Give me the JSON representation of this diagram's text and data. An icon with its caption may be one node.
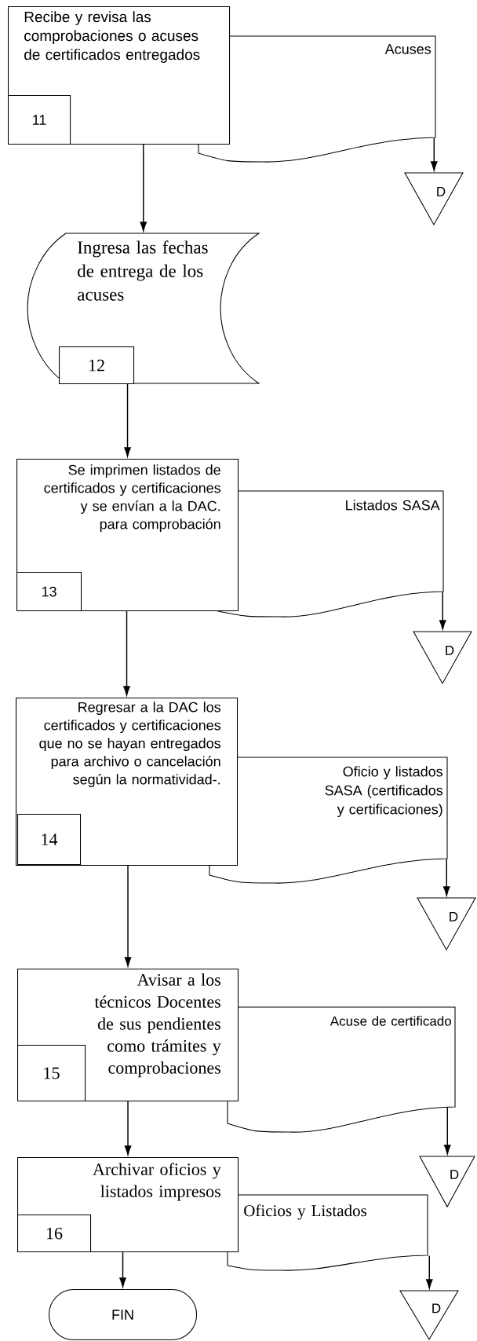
{
  "diagram": {
    "nodes": [
      {
        "text": [
          "Recibe y revisa las comprobaciones o acuses de certificados entregados"
        ]
      },
      {
        "text": [
          "11"
        ],
        "in": 0
      },
      {
        "text": [
          "Acuses"
        ]
      },
      {
        "text": [
          "D"
        ]
      },
      {
        "text": [
          "Ingresa las fechas de entrega de los acuses"
        ]
      },
      {
        "text": [
          "12"
        ],
        "in": 4
      },
      {
        "text": [
          "Se imprimen listados de certificados y certificaciones y se envían a la DAC. para comprobación"
        ]
      },
      {
        "text": [
          "13"
        ],
        "in": 6
      },
      {
        "text": [
          "Listados SASA"
        ]
      },
      {
        "text": [
          "D"
        ]
      },
      {
        "text": [
          "Regresar a la DAC los certificados y certificaciones que no se hayan entregados para archivo o cancelación según la normatividad-."
        ]
      },
      {
        "text": [
          "14"
        ],
        "in": 10
      },
      {
        "text": [
          "Oficio y listados SASA (certificados y certificaciones)"
        ]
      },
      {
        "text": [
          "D"
        ]
      },
      {
        "text": [
          "Avisar a los técnicos Docentes de sus pendientes como trámites y comprobaciones"
        ]
      },
      {
        "text": [
          "15"
        ],
        "in": 14
      },
      {
        "text": [
          "Acuse de certificado"
        ]
      },
      {
        "text": [
          "D"
        ]
      },
      {
        "text": [
          "Archivar oficios y listados impresos"
        ]
      },
      {
        "text": [
          "16"
        ],
        "in": 18
      },
      {
        "text": [
          "Oficios y Listados"
        ]
      },
      {
        "text": [
          "FIN"
        ]
      },
      {
        "text": [
          "D"
        ]
      }
    ],
    "edges": [
      {
        "from": 0,
        "to": 4,
        "arrow": "to"
      },
      {
        "from": 2,
        "to": 3,
        "arrow": "to"
      },
      {
        "from": 4,
        "to": 6,
        "arrow": "to"
      },
      {
        "from": 6,
        "to": 10,
        "arrow": "to"
      },
      {
        "from": 8,
        "to": 9,
        "arrow": "to"
      },
      {
        "from": 10,
        "to": 14,
        "arrow": "to"
      },
      {
        "from": 12,
        "to": 13,
        "arrow": "to"
      },
      {
        "from": 14,
        "to": 18,
        "arrow": "to"
      },
      {
        "from": 16,
        "to": 17,
        "arrow": "to"
      },
      {
        "from": 18,
        "to": 21,
        "arrow": "to"
      },
      {
        "from": 20,
        "to": 22,
        "arrow": "to"
      }
    ]
  }
}
